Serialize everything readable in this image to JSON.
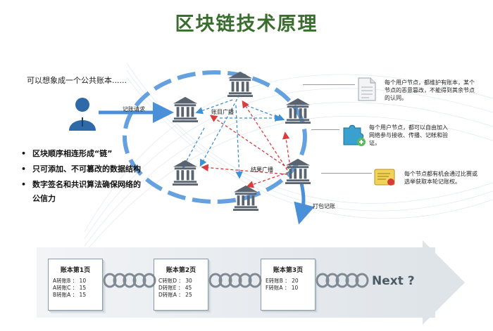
{
  "title": "区块链技术原理",
  "subtitle": "可以想象成一个公共账本......",
  "bullets": [
    "区块顺序相连形成“链”",
    "只可添加、不可篡改的数据结构",
    "数字签名和共识算法确保网络的",
    "公信力"
  ],
  "network": {
    "request_label": "记账请求",
    "broadcast_label": "账目广播",
    "result_label": "结果广播",
    "package_label": "打包记账"
  },
  "notes": [
    "每个用户节点，都维护有账本，某个节点的恶意篡改，不能得到其余节点的认同。",
    "每个用户节点，都可以自由加入网络参与接收、传播、记帐和验证。",
    "每个节点都有机会通过比赛或选举获取本轮记账权。"
  ],
  "ledgers": [
    {
      "title": "账本第1页",
      "rows": [
        "A转账B ： 10",
        "A转账C ： 15",
        "B转账A ： 15"
      ]
    },
    {
      "title": "账本第2页",
      "rows": [
        "C转账D ： 30",
        "D转账E ： 45",
        "D转账A ： 25"
      ]
    },
    {
      "title": "账本第3页",
      "rows": [
        "E转账B ： 20",
        "F转账A ： 10"
      ]
    }
  ],
  "next_label": "Next ?",
  "colors": {
    "title": "#3a6e2f",
    "ring": "#4a90d9",
    "blue_arrow": "#3f8fd4",
    "red_arrow": "#d93c3c",
    "node_gray": "#5a6470"
  },
  "icons": [
    "user-icon",
    "bank-icon",
    "document-icon",
    "puzzle-icon",
    "certificate-icon"
  ]
}
